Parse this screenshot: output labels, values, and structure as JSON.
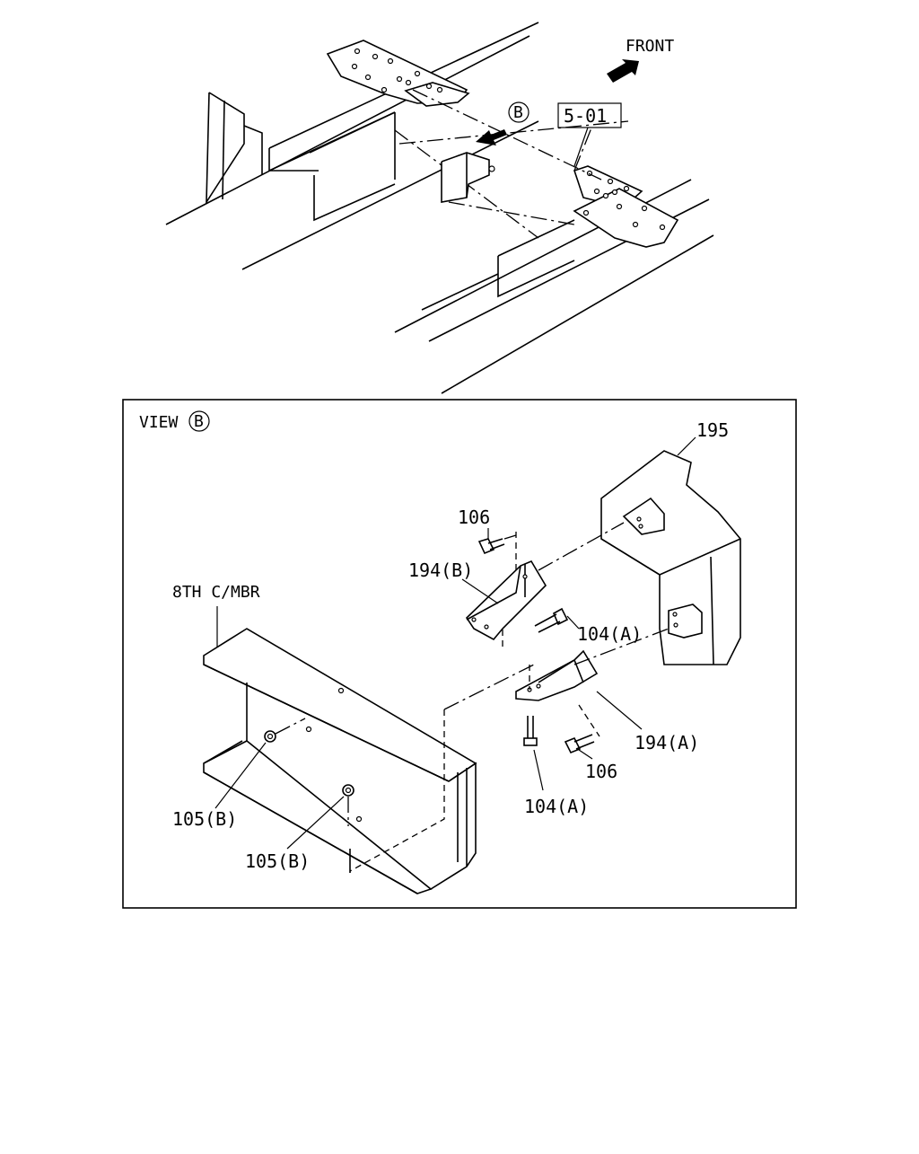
{
  "top_view": {
    "front_label": "FRONT",
    "view_marker": "B",
    "ref_box": "5-01"
  },
  "detail_view": {
    "title": "VIEW",
    "title_marker": "B",
    "parts": {
      "p195": "195",
      "p106_top": "106",
      "p194b": "194(B)",
      "p104a_right": "104(A)",
      "p194a": "194(A)",
      "p106_bottom": "106",
      "p104a_bottom": "104(A)",
      "member": "8TH C/MBR",
      "p105b_left": "105(B)",
      "p105b_bottom": "105(B)"
    }
  }
}
